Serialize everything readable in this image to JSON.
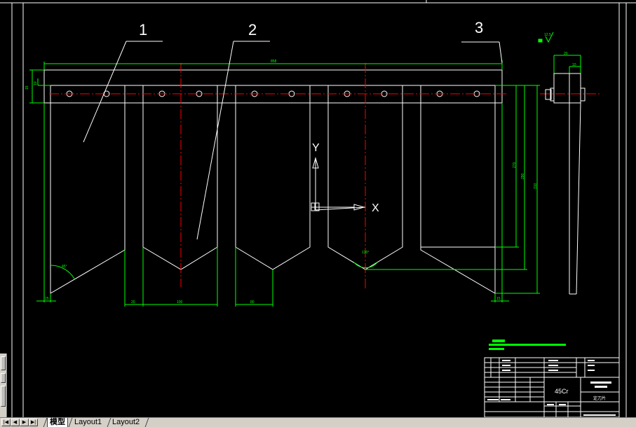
{
  "drawing": {
    "part_labels": [
      "1",
      "2",
      "3"
    ],
    "ucs_y": "Y",
    "ucs_x": "X",
    "dim_total_width": "858",
    "dim_left_base": "15",
    "dim_gap": "20",
    "dim_blade_width_1": "100",
    "dim_blade_width_2": "80",
    "dim_right_base": "15",
    "dim_top_height": "15",
    "dim_top_small": "10",
    "dim_angle_left": "45°",
    "dim_angle_center": "130°",
    "dim_height_1": "270",
    "dim_height_2": "290",
    "dim_height_3": "310",
    "side_dim_top": "20",
    "side_dim_small": "10",
    "surface_finish": "12.5"
  },
  "title_block": {
    "material": "45Cr",
    "part_name": "定刀片"
  },
  "tabs": {
    "model": "模型",
    "layout1": "Layout1",
    "layout2": "Layout2"
  },
  "colors": {
    "white": "#ffffff",
    "green": "#00ff00",
    "red": "#ff0000"
  }
}
